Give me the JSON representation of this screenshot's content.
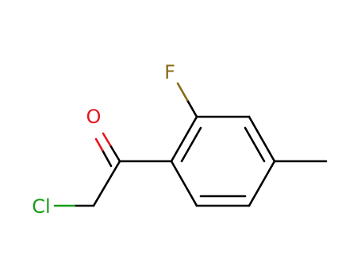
{
  "molecule": {
    "atoms": {
      "fluorine": {
        "symbol": "F",
        "color": "#8B6914"
      },
      "oxygen": {
        "symbol": "O",
        "color": "#E8141E"
      },
      "chlorine": {
        "symbol": "Cl",
        "color": "#1A9C1A"
      }
    },
    "bond_color": "#000000"
  }
}
